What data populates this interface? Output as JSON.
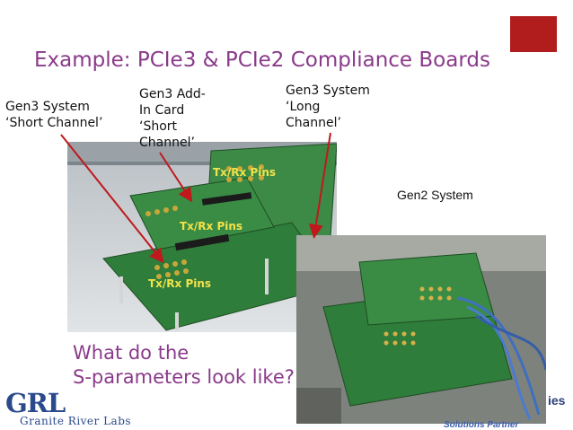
{
  "slide": {
    "title": "Example: PCIe3 & PCIe2 Compliance Boards",
    "labels": {
      "gen3_short": [
        "Gen3 System",
        "‘Short Channel’"
      ],
      "gen3_addin": [
        "Gen3 Add-",
        "In Card",
        "‘Short",
        "Channel’"
      ],
      "gen3_long": [
        "Gen3 System",
        "‘Long",
        "Channel’"
      ],
      "gen2": "Gen2 System"
    },
    "photo_labels": [
      "Tx/Rx Pins",
      "Tx/Rx Pins",
      "Tx/Rx Pins"
    ],
    "question": [
      "What do the",
      "S-parameters look like?"
    ],
    "logo": {
      "mark": "GRL",
      "name": "Granite River Labs"
    },
    "footer_fragments": {
      "right": "ies",
      "partner": "Solutions Partner"
    }
  },
  "colors": {
    "title": "#8a3a8a",
    "accent": "#b11c1c",
    "arrow": "#c0181c",
    "pcb_green": "#2f7d3a",
    "pin_label": "#f2e24a",
    "logo": "#2b4a8b"
  }
}
